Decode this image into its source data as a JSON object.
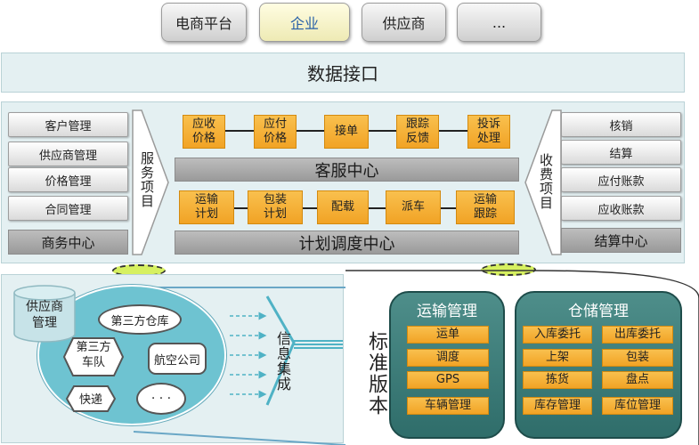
{
  "top_buttons": [
    {
      "label": "电商平台"
    },
    {
      "label": "企业"
    },
    {
      "label": "供应商"
    },
    {
      "label": "..."
    }
  ],
  "data_interface": {
    "label": "数据接口"
  },
  "left_panel": {
    "items": [
      "客户管理",
      "供应商管理",
      "价格管理",
      "合同管理"
    ],
    "center_label": "商务中心",
    "arrow_label": "服务项目"
  },
  "customer_service": {
    "boxes": [
      "应收\n价格",
      "应付\n价格",
      "接单",
      "跟踪\n反馈",
      "投诉\n处理"
    ],
    "label": "客服中心"
  },
  "planning": {
    "boxes": [
      "运输\n计划",
      "包装\n计划",
      "配载",
      "派车",
      "运输\n跟踪"
    ],
    "label": "计划调度中心"
  },
  "right_panel": {
    "items": [
      "核销",
      "结算",
      "应付账款",
      "应收账款"
    ],
    "center_label": "结算中心",
    "arrow_label": "收费项目"
  },
  "sources": {
    "cylinder": "供应商\n管理",
    "warehouse": "第三方仓库",
    "fleet": "第三方\n车队",
    "airline": "航空公司",
    "express": "快递",
    "more": "· · ·"
  },
  "info_integration": {
    "label": "信息集成"
  },
  "standard_version": {
    "label": "标准版本"
  },
  "transport": {
    "title": "运输管理",
    "items": [
      "运单",
      "调度",
      "GPS",
      "车辆管理"
    ]
  },
  "warehouse": {
    "title": "仓储管理",
    "items": [
      "入库委托",
      "出库委托",
      "上架",
      "包装",
      "拣货",
      "盘点",
      "库存管理",
      "库位管理"
    ]
  },
  "colors": {
    "accent_yellow": "#f3a82b",
    "panel_bg": "#e4f0f2",
    "module_teal": "#3d7f7b",
    "platform_selected": "#2860a8"
  }
}
